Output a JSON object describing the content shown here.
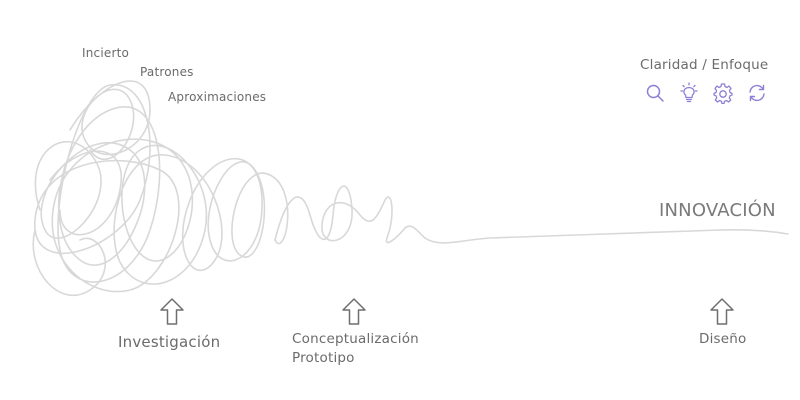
{
  "labels": {
    "incierto": "Incierto",
    "patrones": "Patrones",
    "aproximaciones": "Aproximaciones",
    "claridad": "Claridad / Enfoque",
    "innovacion": "INNOVACIÓN",
    "investigacion": "Investigación",
    "conceptualizacion": "Conceptualización",
    "prototipo": "Prototipo",
    "diseno": "Diseño"
  },
  "icons": [
    "search-icon",
    "lightbulb-icon",
    "gear-icon",
    "refresh-icon"
  ],
  "colors": {
    "accent": "#8b7fd6",
    "text": "#6b6b6b",
    "scribble": "#d6d6d6"
  }
}
